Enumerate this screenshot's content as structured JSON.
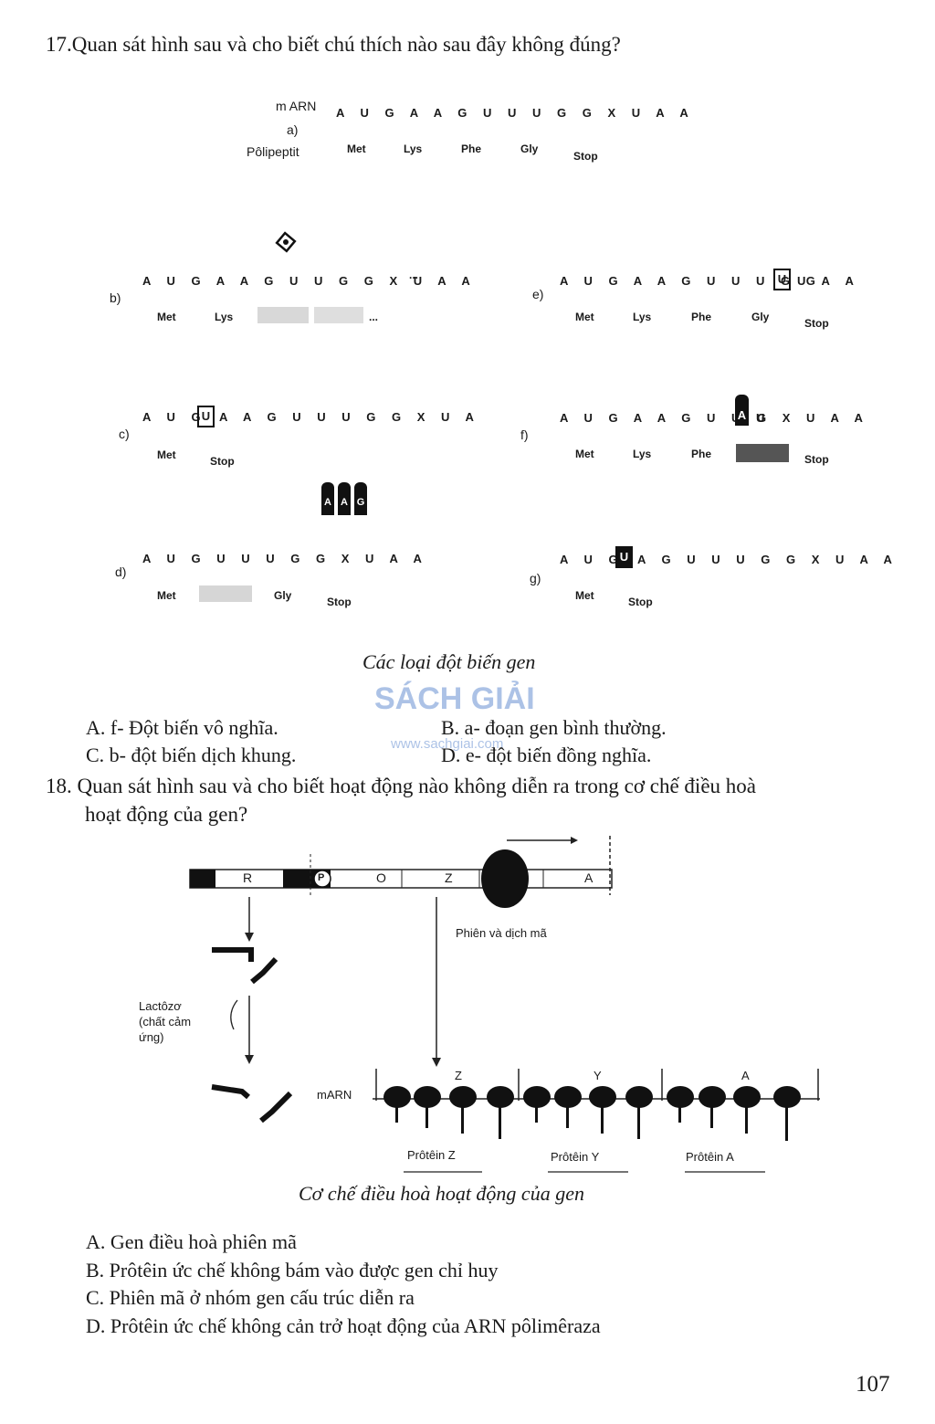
{
  "q17": {
    "text": "17.Quan sát hình sau và cho biết chú thích nào sau đây không đúng?",
    "figure": {
      "a": {
        "label_mrna": "m ARN",
        "seq": "A U G A A G U U U G G X U A A",
        "label": "a)",
        "label_poly": "Pôlipeptit",
        "aa": [
          "Met",
          "Lys",
          "Phe",
          "Gly",
          "Stop"
        ]
      },
      "b": {
        "label": "b)",
        "seq": "A U G A A G U U G G X U A A",
        "dots": "...",
        "aa": [
          "Met",
          "Lys"
        ],
        "aa_end": "..."
      },
      "c": {
        "label": "c)",
        "seq_before": "A U G",
        "mut": "U",
        "seq_after": "A A G U U U G G X U A",
        "aa": [
          "Met",
          "Stop"
        ]
      },
      "d": {
        "label": "d)",
        "seq": "A U G U U U G G X U A A",
        "insert": [
          "A",
          "A",
          "G"
        ],
        "aa": [
          "Met",
          "Gly",
          "Stop"
        ]
      },
      "e": {
        "label": "e)",
        "seq_before": "A U G A A G U U U G G",
        "mut": "U",
        "seq_after": "U A A",
        "aa": [
          "Met",
          "Lys",
          "Phe",
          "Gly",
          "Stop"
        ]
      },
      "f": {
        "label": "f)",
        "seq_before": "A U G A A G U U U",
        "mut": "A",
        "seq_after": "G X U A A",
        "aa": [
          "Met",
          "Lys",
          "Phe",
          "Stop"
        ]
      },
      "g": {
        "label": "g)",
        "seq_before": "A U G",
        "mut": "U",
        "seq_after": "A G U U U G G X U A A",
        "aa": [
          "Met",
          "Stop"
        ]
      },
      "caption": "Các loại đột biến gen"
    },
    "options": {
      "A": "A. f- Đột biến vô nghĩa.",
      "B": "B. a- đoạn gen bình thường.",
      "C": "C. b- đột biến dịch khung.",
      "D": "D. e- đột biến đồng nghĩa."
    }
  },
  "watermark": {
    "brand": "SÁCH GIẢI",
    "url": "www.sachgiai.com"
  },
  "q18": {
    "text_line1": "18. Quan sát hình sau và cho biết hoạt động nào không diễn ra trong cơ chế điều hoà",
    "text_line2": "hoạt động của gen?",
    "figure": {
      "genes": [
        "R",
        "P",
        "O",
        "Z",
        "A"
      ],
      "transcription": "Phiên và dịch mã",
      "lactose_1": "Lactôzơ",
      "lactose_2": "(chất cảm",
      "lactose_3": "ứng)",
      "mrna": "mARN",
      "segments": [
        "Z",
        "Y",
        "A"
      ],
      "proteins": [
        "Prôtêin Z",
        "Prôtêin Y",
        "Prôtêin A"
      ],
      "caption": "Cơ chế điều hoà hoạt động của gen"
    },
    "options": {
      "A": "A. Gen điều hoà phiên mã",
      "B": "B. Prôtêin ức chế không bám vào được gen chỉ huy",
      "C": "C. Phiên mã ở nhóm gen cấu trúc diễn ra",
      "D": "D. Prôtêin ức chế không cản trở hoạt động của ARN pôlimêraza"
    }
  },
  "page_number": "107"
}
